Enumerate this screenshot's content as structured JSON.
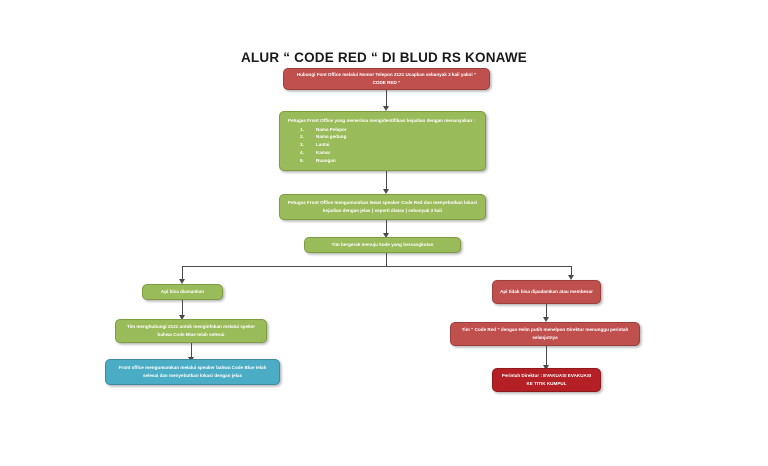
{
  "document": {
    "title": "ALUR “ CODE RED “ DI BLUD RS KONAWE"
  },
  "colors": {
    "green": "#9ABB59",
    "red": "#C0504D",
    "blue": "#4BACC6",
    "dark_red": "#B42025",
    "connector": "#4a4a4a",
    "text_on_box": "#FFFFFF",
    "title_text": "#1a1a1a",
    "page_background": "#FFFFFF"
  },
  "flowchart": {
    "type": "flowchart",
    "orientation": "top-down-with-two-branches",
    "nodes": [
      {
        "id": "n1",
        "style": "red",
        "text": "Hubungi Font Office melalui Nomor Telepon 2121 Ucapkan sebanyak 3 kali yakni “ CODE RED ”"
      },
      {
        "id": "n2",
        "style": "green",
        "lead": "Petugas Front Office yang menerima mengidentifikasi kejadian dengan menanyakan :",
        "items": [
          "Nama Pelapor",
          "Nama gedung",
          "Lantai",
          "Kamar",
          "Ruangan"
        ]
      },
      {
        "id": "n3",
        "style": "green",
        "text": "Petugas Front Office mengumumkan lewat speaker Code Red dan menyebutkan lokasi kejadian dengan jelas ( seperti diatas ) sebanyak 3 kali"
      },
      {
        "id": "n4",
        "style": "green",
        "text": "Tim bergerak menuju kode yang bersangkutan"
      },
      {
        "id": "n5a",
        "style": "green",
        "branch": "left",
        "text": "Api bisa diamankan"
      },
      {
        "id": "n6a",
        "style": "green",
        "branch": "left",
        "text": "Tim menghubungi 2121 untuk menginfokan melalui speker bahwa Code Blue telah selesai"
      },
      {
        "id": "n7a",
        "style": "blue",
        "branch": "left",
        "text": "Front office mengumumkan melalui speaker bahwa Code Blue telah selesai dan menyebutkan lokasi dengan jelas"
      },
      {
        "id": "n5b",
        "style": "red",
        "branch": "right",
        "text": "Api tidak bisa dipadamkan atau membesar"
      },
      {
        "id": "n6b",
        "style": "red",
        "branch": "right",
        "text": "Tim “ Code Red ” dengan Helm putih menelpon Direktur menunggu perintah selanjutnya"
      },
      {
        "id": "n7b",
        "style": "dark-red",
        "branch": "right",
        "text": "Perintah Direktur : EVAKUASI EVAKUASI KE TITIK KUMPUL"
      }
    ]
  }
}
